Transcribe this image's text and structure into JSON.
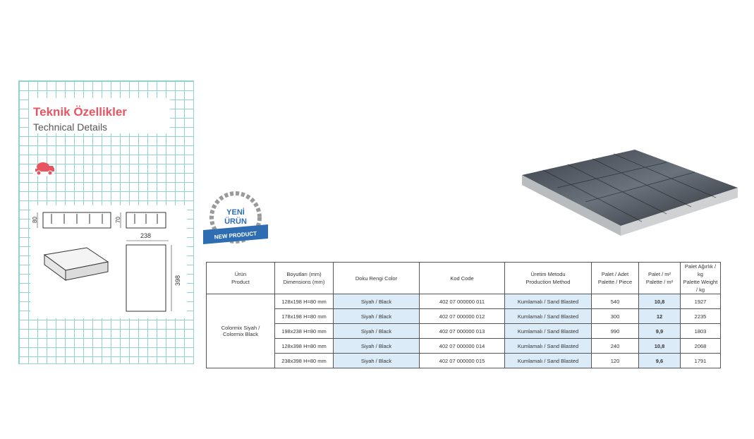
{
  "panel": {
    "title_tr": "Teknik Özellikler",
    "title_en": "Technical Details",
    "dims": {
      "h80": "80",
      "h70": "70",
      "w238": "238",
      "l398": "398"
    }
  },
  "badge": {
    "line1": "YENİ",
    "line2": "ÜRÜN",
    "ribbon": "NEW PRODUCT"
  },
  "table": {
    "headers": [
      [
        "Ürün",
        "Product"
      ],
      [
        "Boyutları (mm)",
        "Dimensions (mm)"
      ],
      [
        "Doku Rengi  Color",
        ""
      ],
      [
        "Kod Code",
        ""
      ],
      [
        "Üretim Metodu",
        "Production Method"
      ],
      [
        "Palet / Adet",
        "Palette / Piece"
      ],
      [
        "Palet / m²",
        "Palette / m²"
      ],
      [
        "Palet Ağırlık / kg",
        "Palette Weight / kg"
      ]
    ],
    "product": [
      "Colormix Siyah /",
      "Colormix Black"
    ],
    "rows": [
      {
        "dim": "128x198 H=80 mm",
        "color": "Siyah /  Black",
        "code": "402 07 000000 011",
        "method": "Kumlamalı / Sand Blasted",
        "piece": "540",
        "m2": "10,8",
        "kg": "1927"
      },
      {
        "dim": "178x198 H=80 mm",
        "color": "Siyah /  Black",
        "code": "402 07 000000 012",
        "method": "Kumlamalı / Sand Blasted",
        "piece": "300",
        "m2": "12",
        "kg": "2235"
      },
      {
        "dim": "198x238 H=80 mm",
        "color": "Siyah /  Black",
        "code": "402 07 000000 013",
        "method": "Kumlamalı / Sand Blasted",
        "piece": "990",
        "m2": "9,9",
        "kg": "1803"
      },
      {
        "dim": "128x398 H=80 mm",
        "color": "Siyah /  Black",
        "code": "402 07 000000 014",
        "method": "Kumlamalı / Sand Blasted",
        "piece": "240",
        "m2": "10,8",
        "kg": "2068"
      },
      {
        "dim": "238x398 H=80 mm",
        "color": "Siyah /  Black",
        "code": "402 07 000000 015",
        "method": "Kumlamalı / Sand Blasted",
        "piece": "120",
        "m2": "9,6",
        "kg": "1791"
      }
    ]
  },
  "colors": {
    "accent": "#e75561",
    "grid": "#8fd3d0",
    "badge_blue": "#2f6db3",
    "cell_blue": "#dcebf8"
  }
}
